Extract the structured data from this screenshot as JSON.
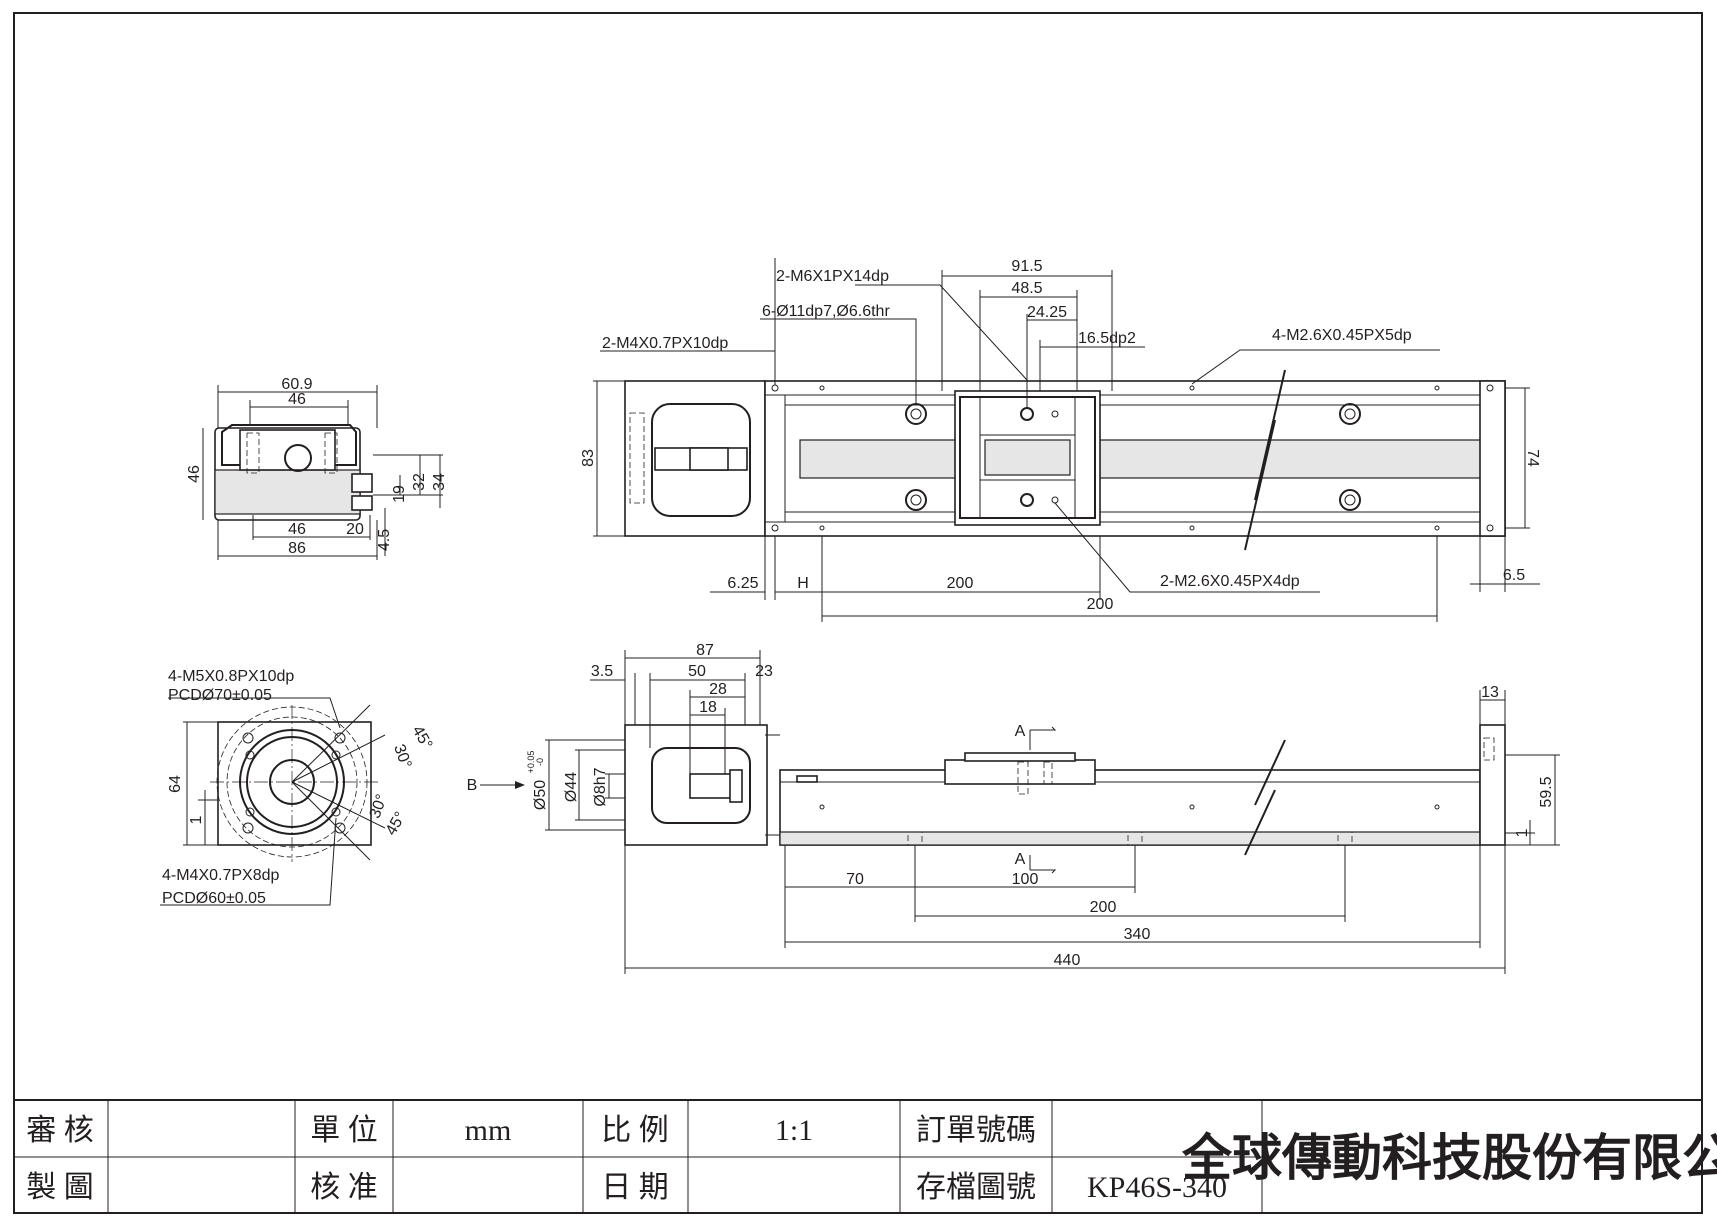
{
  "side_view": {
    "dims": [
      "60.9",
      "46",
      "46",
      "32",
      "34",
      "19",
      "46",
      "20",
      "86",
      "4.5"
    ]
  },
  "top_view": {
    "callouts": {
      "m6": "2-M6X1PX14dp",
      "c_bore": "6-Ø11dp7,Ø6.6thr",
      "m4": "2-M4X0.7PX10dp",
      "m26_top": "4-M2.6X0.45PX5dp",
      "m26_bottom": "2-M2.6X0.45PX4dp"
    },
    "dims": {
      "d91_5": "91.5",
      "d48_5": "48.5",
      "d24_25": "24.25",
      "d16_5": "16.5dp2",
      "d83": "83",
      "d74": "74",
      "d6_25": "6.25",
      "dH": "H",
      "d200a": "200",
      "d200b": "200",
      "d6_5": "6.5"
    }
  },
  "motor_view": {
    "callouts": {
      "m5": "4-M5X0.8PX10dp",
      "pcd70": "PCDØ70±0.05",
      "m4": "4-M4X0.7PX8dp",
      "pcd60": "PCDØ60±0.05"
    },
    "dims": {
      "d64": "64",
      "d1": "1",
      "a45a": "45°",
      "a30a": "30°",
      "a30b": "30°",
      "a45b": "45°"
    }
  },
  "front_view": {
    "dims": {
      "d87": "87",
      "d3_5": "3.5",
      "d50": "50",
      "d23": "23",
      "d28": "28",
      "d18": "18",
      "d13": "13",
      "dB": "B",
      "dia50": "Ø50",
      "tol_plus": "+0.05",
      "tol_minus": "-0",
      "dia44": "Ø44",
      "dia8": "Ø8h7",
      "secA1": "A",
      "secA2": "A",
      "d59_5": "59.5",
      "d1": "1",
      "d70": "70",
      "d100": "100",
      "d200": "200",
      "d340": "340",
      "d440": "440"
    }
  },
  "title_block": {
    "reviewer": "審 核",
    "drawn": "製 圖",
    "unit_label": "單 位",
    "unit_value": "mm",
    "approve": "核 准",
    "scale_label": "比 例",
    "scale_value": "1:1",
    "date_label": "日 期",
    "order_label": "訂單號碼",
    "file_label": "存檔圖號",
    "file_value": "KP46S-340",
    "company": "全球傳動科技股份有限公司"
  }
}
